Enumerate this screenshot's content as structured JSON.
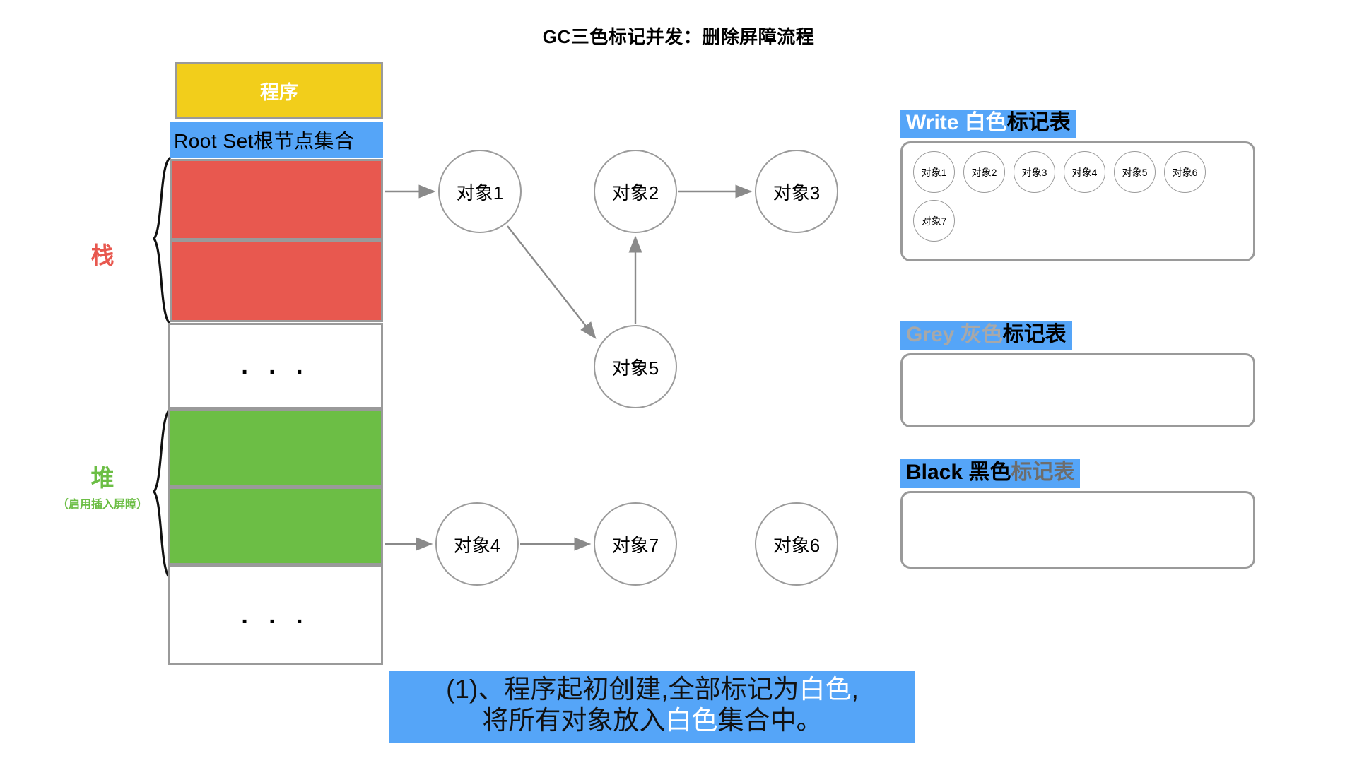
{
  "title": "GC三色标记并发：删除屏障流程",
  "memory": {
    "program_label": "程序",
    "rootset_label": "Root Set根节点集合",
    "dots": ". . .",
    "stack_label": "栈",
    "heap_label": "堆",
    "heap_sublabel": "（启用插入屏障）"
  },
  "graph": {
    "nodes": [
      {
        "id": "obj1",
        "label": "对象1"
      },
      {
        "id": "obj2",
        "label": "对象2"
      },
      {
        "id": "obj3",
        "label": "对象3"
      },
      {
        "id": "obj5",
        "label": "对象5"
      },
      {
        "id": "obj4",
        "label": "对象4"
      },
      {
        "id": "obj7",
        "label": "对象7"
      },
      {
        "id": "obj6",
        "label": "对象6"
      }
    ],
    "edges": [
      {
        "from": "rootset-red",
        "to": "obj1"
      },
      {
        "from": "obj1",
        "to": "obj5"
      },
      {
        "from": "obj5",
        "to": "obj2"
      },
      {
        "from": "obj2",
        "to": "obj3"
      },
      {
        "from": "heap-green",
        "to": "obj4"
      },
      {
        "from": "obj4",
        "to": "obj7"
      }
    ]
  },
  "tables": {
    "white": {
      "eng": "Write ",
      "cn_colored": "白色",
      "cn_plain": "标记表",
      "items": [
        "对象1",
        "对象2",
        "对象3",
        "对象4",
        "对象5",
        "对象6",
        "对象7"
      ]
    },
    "grey": {
      "eng": "Grey ",
      "cn_colored": "灰色",
      "cn_plain": "标记表",
      "items": []
    },
    "black": {
      "eng": "Black ",
      "cn_colored": "黑色",
      "cn_plain": "标记表",
      "items": []
    }
  },
  "caption": {
    "line1_a": "(1)、程序起初创建,全部标记为",
    "line1_hl": "白色",
    "line1_b": ",",
    "line2_a": "将所有对象放入",
    "line2_hl": "白色",
    "line2_b": "集合中。"
  },
  "colors": {
    "accent_blue": "#55a5f8",
    "program_yellow": "#f2ce1b",
    "stack_red": "#e8584f",
    "heap_green": "#6cbe45",
    "border_grey": "#9a9a9a"
  }
}
